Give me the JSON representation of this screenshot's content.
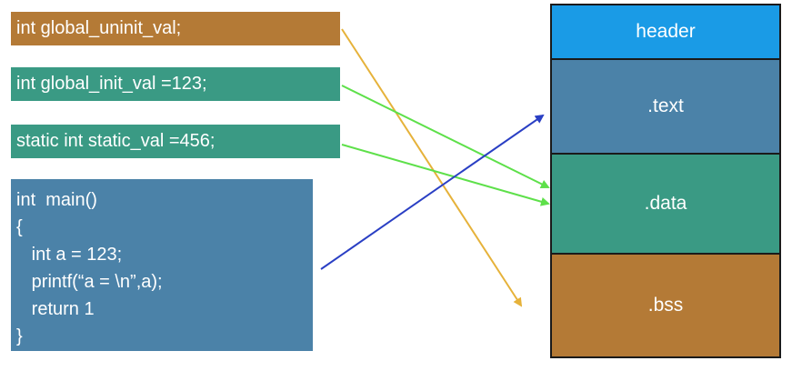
{
  "code_boxes": {
    "bss_var": "int global_uninit_val;",
    "init_var": "int global_init_val =123;",
    "static_var": "static int static_val =456;",
    "main_lines": [
      "int  main()",
      "{",
      "   int a = 123;",
      "   printf(“a = \\n”,a);",
      "   return 1",
      "}"
    ]
  },
  "segments": {
    "header": "header",
    "text": ".text",
    "data": ".data",
    "bss": ".bss"
  },
  "colors": {
    "bss": "#b47a36",
    "data": "#3a9a84",
    "text": "#4b82a8",
    "header": "#1a9be6",
    "arrow_bss": "#e6b23a",
    "arrow_data": "#5ee04a",
    "arrow_text": "#2a3fc4"
  }
}
